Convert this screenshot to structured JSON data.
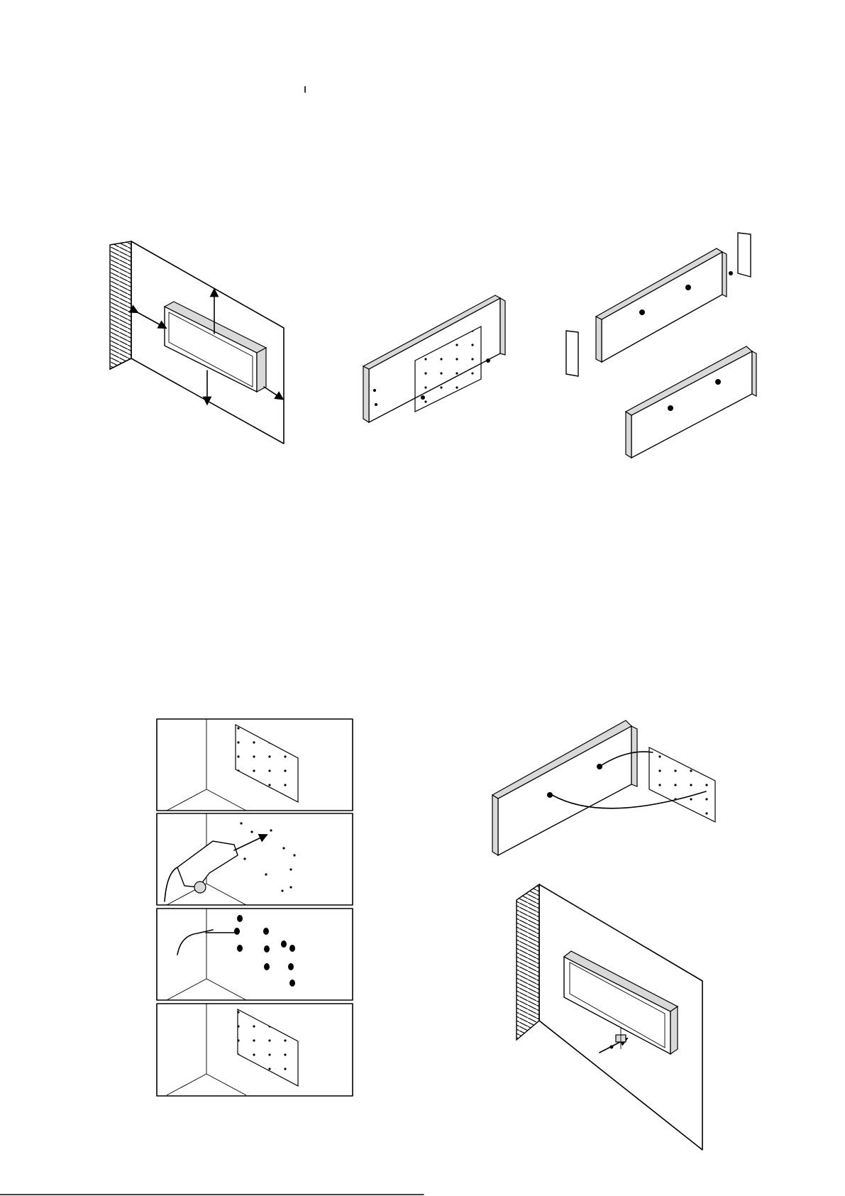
{
  "page": {
    "background": "#ffffff",
    "line_color": "#000000"
  },
  "figures": [
    {
      "id": "clearance-on-wall",
      "icon": "fireplace-clearance-dimensions"
    },
    {
      "id": "rear-panel-with-bracket",
      "icon": "fireplace-rear-with-mounting-plate"
    },
    {
      "id": "side-trim-removal",
      "icon": "fireplace-side-trim-exploded"
    },
    {
      "id": "bracket-install-steps",
      "icon": "four-step-bracket-install"
    },
    {
      "id": "hang-on-bracket",
      "icon": "fireplace-hanging-on-bracket"
    },
    {
      "id": "secure-bottom-screw",
      "icon": "fireplace-mounted-screw"
    }
  ]
}
